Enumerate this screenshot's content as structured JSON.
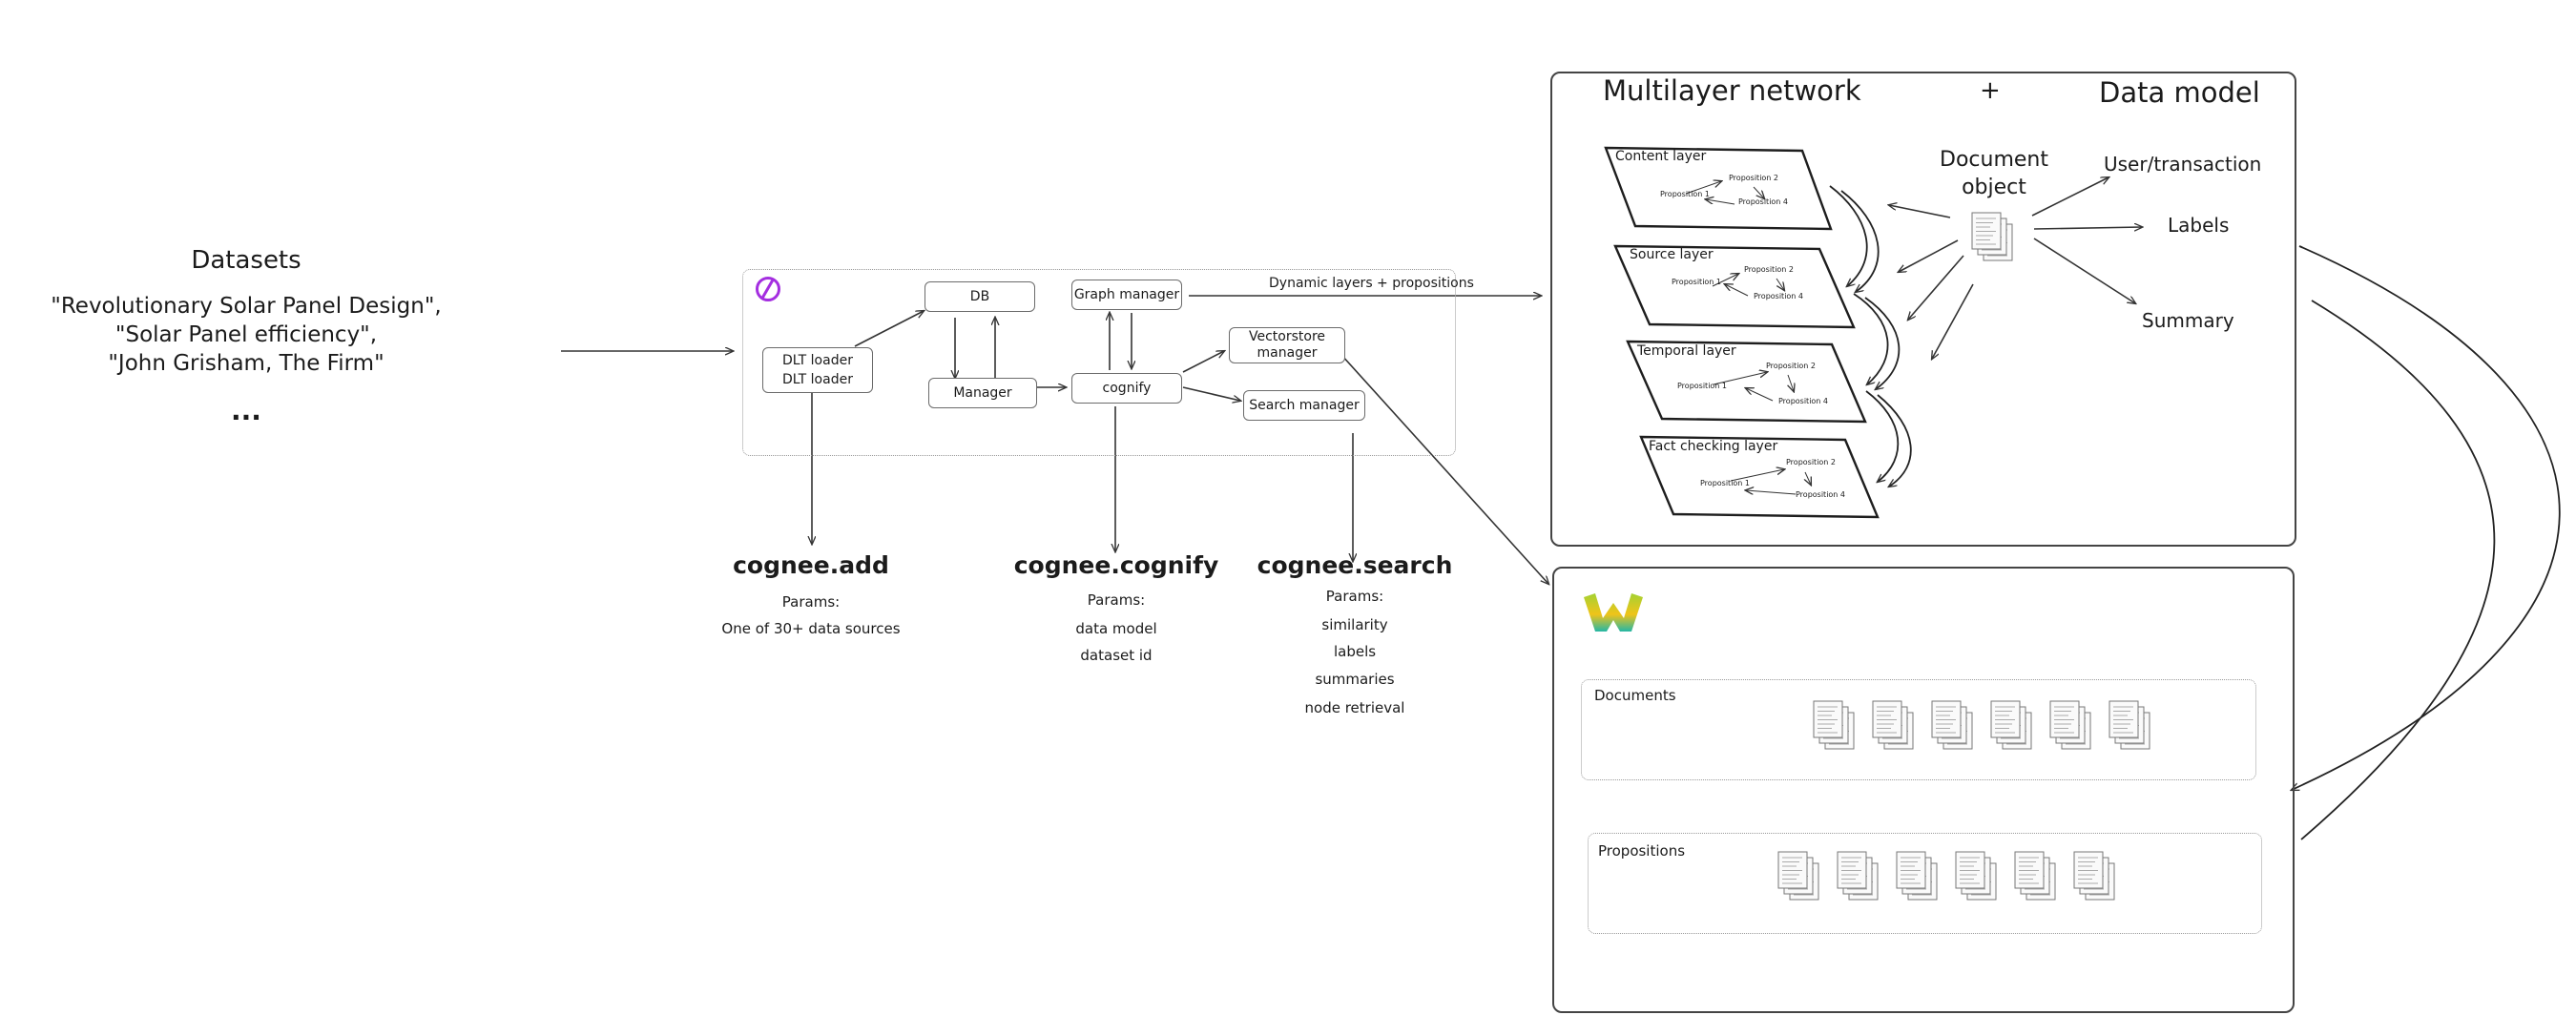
{
  "datasets": {
    "heading": "Datasets",
    "lines": [
      "\"Revolutionary Solar Panel Design\",",
      "\"Solar Panel efficiency\",",
      "\"John Grisham, The Firm\""
    ],
    "ellipsis": "..."
  },
  "pipeline": {
    "logo_icon": "cognee-logo-icon",
    "loader_1": "DLT loader",
    "loader_2": "DLT loader",
    "db": "DB",
    "manager": "Manager",
    "graph_manager": "Graph manager",
    "cognify": "cognify",
    "vectorstore_1": "Vectorstore",
    "vectorstore_2": "manager",
    "search_manager": "Search manager",
    "edge_label": "Dynamic layers + propositions"
  },
  "api": {
    "add": {
      "title": "cognee.add",
      "lines": [
        "Params:",
        "One of 30+ data sources"
      ]
    },
    "cognify": {
      "title": "cognee.cognify",
      "lines": [
        "Params:",
        "data model",
        "dataset id"
      ]
    },
    "search": {
      "title": "cognee.search",
      "lines": [
        "Params:",
        "similarity",
        "labels",
        "summaries",
        "node retrieval"
      ]
    }
  },
  "network": {
    "title": "Multilayer network",
    "plus": "+",
    "data_model_title": "Data model",
    "layers": [
      {
        "name": "Content layer",
        "p2": "Proposition 2",
        "p1": "Proposition 1",
        "p4": "Proposition 4"
      },
      {
        "name": "Source layer",
        "p2": "Proposition 2",
        "p1": "Proposition 1",
        "p4": "Proposition 4"
      },
      {
        "name": "Temporal layer",
        "p2": "Proposition 2",
        "p1": "Proposition 1",
        "p4": "Proposition 4"
      },
      {
        "name": "Fact checking layer",
        "p2": "Proposition 2",
        "p1": "Proposition 1",
        "p4": "Proposition 4"
      }
    ],
    "document_object_1": "Document",
    "document_object_2": "object",
    "model_fields": [
      "User/transaction",
      "Labels",
      "Summary"
    ]
  },
  "store": {
    "logo_icon": "weaviate-logo-icon",
    "documents_label": "Documents",
    "propositions_label": "Propositions",
    "document_count": 6,
    "proposition_count": 6
  }
}
